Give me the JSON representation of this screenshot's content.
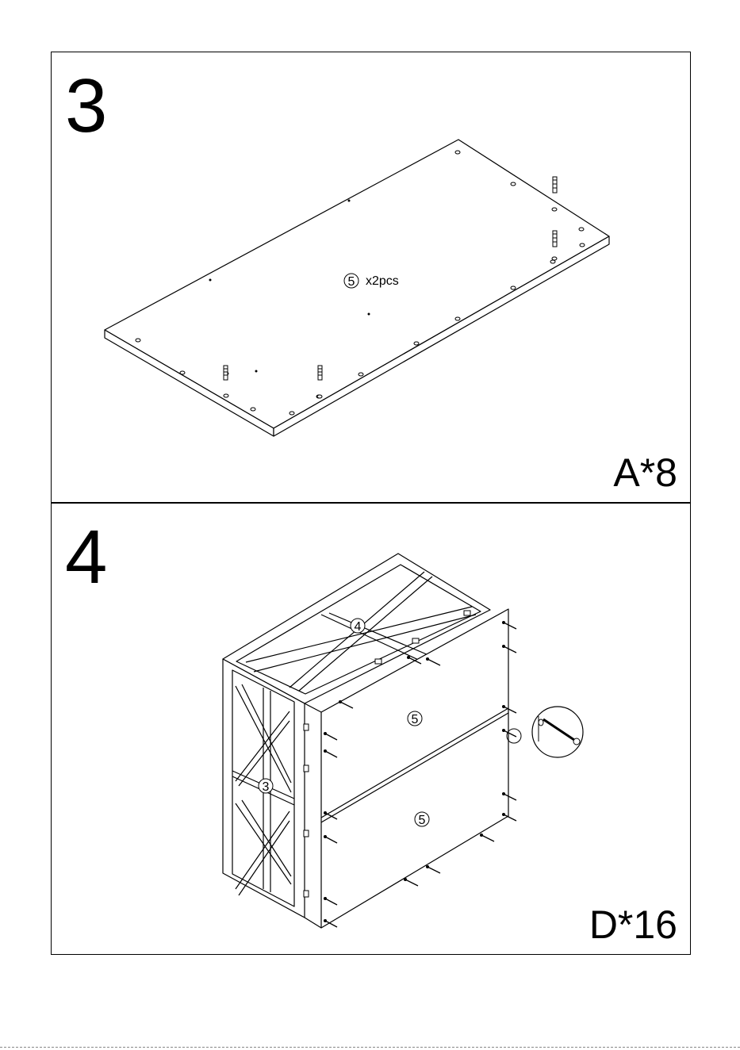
{
  "steps": [
    {
      "number": "3",
      "part_label": "5",
      "part_quantity": "x2pcs",
      "hardware": "A*8"
    },
    {
      "number": "4",
      "part_labels": [
        "4",
        "5",
        "3",
        "5"
      ],
      "hardware": "D*16"
    }
  ],
  "colors": {
    "ink": "#000000",
    "paper": "#ffffff"
  },
  "icons": [
    "dowel-pin-icon",
    "screw-icon",
    "magnifier-detail-icon"
  ]
}
